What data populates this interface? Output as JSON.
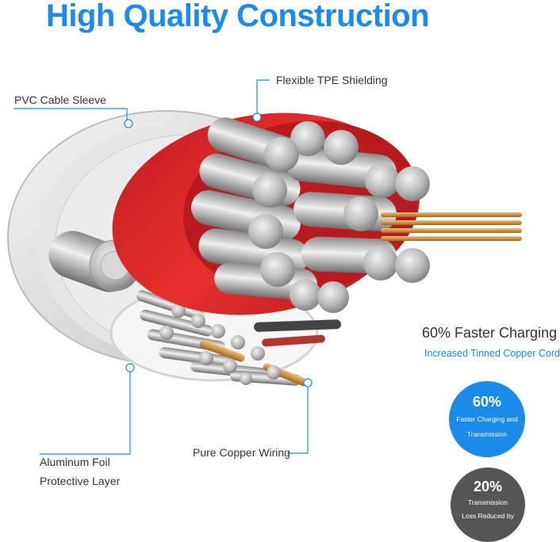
{
  "headline": "High Quality Construction",
  "labels": {
    "pvc_sleeve": "PVC Cable Sleeve",
    "tpe_shielding": "Flexible TPE Shielding",
    "aluminum_foil_line1": "Aluminum Foil",
    "aluminum_foil_line2": "Protective Layer",
    "copper_wiring": "Pure Copper Wiring"
  },
  "feature": {
    "title": "60% Faster Charging",
    "subtitle": "Increased Tinned Copper Cord"
  },
  "badges": [
    {
      "percent": "60%",
      "line1": "Faster Charging and",
      "line2": "Transmission",
      "color": "#1a8be8"
    },
    {
      "percent": "20%",
      "line1": "Transmission",
      "line2": "Loss Reduced by",
      "color": "#555555"
    }
  ],
  "colors": {
    "accent": "#1a8be8",
    "shielding_red": "#e0262b",
    "sleeve": "#d9d9d9",
    "copper": "#c98a3a"
  }
}
